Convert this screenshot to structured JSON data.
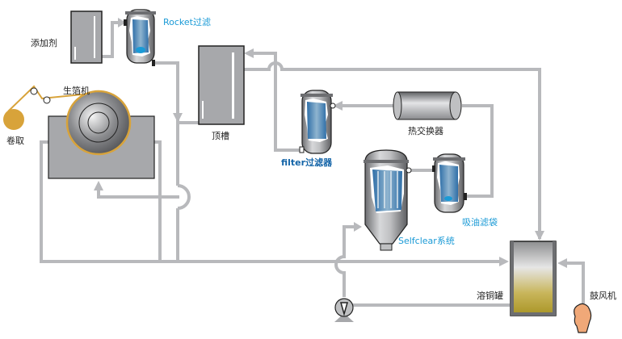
{
  "diagram": {
    "title": "Copper foil electrolyte filtration process flow",
    "colors": {
      "pipe": "#b8b9bc",
      "label_black": "#222222",
      "label_blue": "#1a9ad6",
      "label_blue_dark": "#1565a8",
      "copper_foil": "#d8a33a",
      "blower": "#f0a878",
      "tank_gray": "#a7a8ab",
      "filter_media": "#3a86c8"
    },
    "nodes": [
      {
        "id": "additive",
        "label": "添加剂",
        "type": "tank"
      },
      {
        "id": "rocket-filter",
        "label": "Rocket过滤",
        "type": "filter"
      },
      {
        "id": "foil-machine",
        "label": "生箔机",
        "type": "drum-machine"
      },
      {
        "id": "winder",
        "label": "卷取",
        "type": "roll"
      },
      {
        "id": "head-tank",
        "label": "顶槽",
        "type": "tank"
      },
      {
        "id": "filter",
        "label": "filter过滤器",
        "type": "filter"
      },
      {
        "id": "heat-exchanger",
        "label": "热交换器",
        "type": "heat-exchanger"
      },
      {
        "id": "selfclear",
        "label": "Selfclear系统",
        "type": "filter"
      },
      {
        "id": "oil-bag-filter",
        "label": "吸油滤袋",
        "type": "filter"
      },
      {
        "id": "dissolver",
        "label": "溶铜罐",
        "type": "tank"
      },
      {
        "id": "blower",
        "label": "鼓风机",
        "type": "blower"
      },
      {
        "id": "pump",
        "label": "",
        "type": "pump"
      }
    ],
    "edges": [
      {
        "from": "additive",
        "to": "rocket-filter"
      },
      {
        "from": "rocket-filter",
        "to": "head-tank-line"
      },
      {
        "from": "head-tank",
        "to": "foil-machine"
      },
      {
        "from": "filter",
        "to": "head-tank"
      },
      {
        "from": "heat-exchanger",
        "to": "filter"
      },
      {
        "from": "oil-bag-filter",
        "to": "heat-exchanger"
      },
      {
        "from": "selfclear",
        "to": "oil-bag-filter"
      },
      {
        "from": "pump",
        "to": "selfclear"
      },
      {
        "from": "dissolver",
        "to": "pump"
      },
      {
        "from": "head-tank",
        "to": "dissolver"
      },
      {
        "from": "foil-machine",
        "to": "dissolver"
      },
      {
        "from": "blower",
        "to": "dissolver"
      }
    ]
  }
}
